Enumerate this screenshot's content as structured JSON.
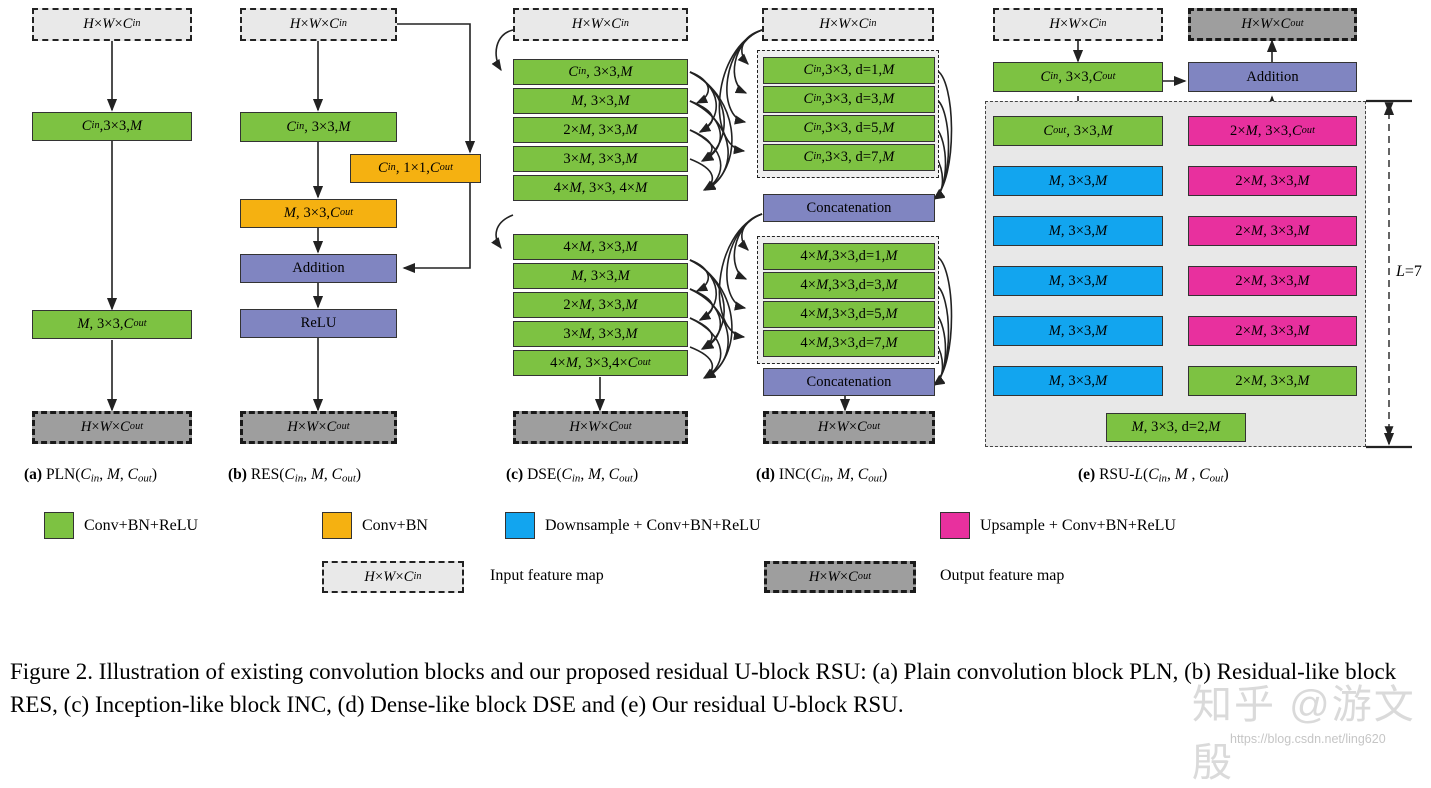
{
  "figure": {
    "caption": "Figure 2.  Illustration of existing convolution blocks and our proposed residual U-block RSU: (a) Plain convolution block PLN, (b) Residual-like block RES, (c) Inception-like block INC, (d) Dense-like block DSE and (e) Our residual U-block RSU.",
    "watermark_brand": "知乎 @游文殷",
    "watermark_url": "https://blog.csdn.net/ling620"
  },
  "colors": {
    "green": "#7DC242",
    "orange": "#F5B111",
    "purple": "#8085C1",
    "blue": "#12A5EF",
    "pink": "#E8309E",
    "input_gray": "#E9E9E9",
    "output_gray": "#9E9E9E",
    "zone_gray": "#E8E8E8"
  },
  "common": {
    "input_label": "H×W×C<sub>in</sub>",
    "output_label": "H × W × C<sub>out</sub>"
  },
  "panels": {
    "a": {
      "key": "a",
      "label_prefix": "(a)",
      "label": "PLN(C<sub>in</sub>, M, C<sub>out</sub>)",
      "input": "H×W×C<sub>in</sub>",
      "output": "H × W × C<sub>out</sub>",
      "blocks": [
        {
          "text": "C<sub>in</sub>,3×3,M",
          "color": "green"
        },
        {
          "text": "M, 3×3, C<sub>out</sub>",
          "color": "green"
        }
      ]
    },
    "b": {
      "key": "b",
      "label_prefix": "(b)",
      "label": "RES(C<sub>in</sub>, M, C<sub>out</sub>)",
      "input": "H×W×C<sub>in</sub>",
      "output": "H × W × C<sub>out</sub>",
      "blocks": [
        {
          "text": "C<sub>in</sub>, 3×3, M",
          "color": "green"
        },
        {
          "text": "C<sub>in</sub>, 1×1, C<sub>out</sub>",
          "color": "orange"
        },
        {
          "text": "M, 3×3, C<sub>out</sub>",
          "color": "orange"
        },
        {
          "text": "Addition",
          "color": "purple"
        },
        {
          "text": "ReLU",
          "color": "purple"
        }
      ]
    },
    "c": {
      "key": "c",
      "label_prefix": "(c)",
      "label": "DSE(C<sub>in</sub>, M, C<sub>out</sub>)",
      "input": "H×W×C<sub>in</sub>",
      "output": "H × W × C<sub>out</sub>",
      "blocks": [
        {
          "text": "C<sub>in</sub>, 3×3, M",
          "color": "green"
        },
        {
          "text": "M, 3×3, M",
          "color": "green"
        },
        {
          "text": "2×M, 3×3, M",
          "color": "green"
        },
        {
          "text": "3×M, 3×3, M",
          "color": "green"
        },
        {
          "text": "4×M, 3×3, 4×M",
          "color": "green"
        },
        {
          "text": "4×M, 3×3, M",
          "color": "green"
        },
        {
          "text": "M, 3×3, M",
          "color": "green"
        },
        {
          "text": "2×M, 3×3, M",
          "color": "green"
        },
        {
          "text": "3×M, 3×3, M",
          "color": "green"
        },
        {
          "text": "4×M, 3×3,4× C<sub>out</sub>",
          "color": "green"
        }
      ]
    },
    "d": {
      "key": "d",
      "label_prefix": "(d)",
      "label": "INC(C<sub>in</sub>, M, C<sub>out</sub>)",
      "input": "H×W×C<sub>in</sub>",
      "output": "H × W × C<sub>out</sub>",
      "group1": [
        {
          "text": "C<sub>in</sub>,3×3, d=1,M",
          "color": "green"
        },
        {
          "text": "C<sub>in</sub>,3×3, d=3,M",
          "color": "green"
        },
        {
          "text": "C<sub>in</sub>,3×3, d=5,M",
          "color": "green"
        },
        {
          "text": "C<sub>in</sub>,3×3, d=7,M",
          "color": "green"
        }
      ],
      "concat1": {
        "text": "Concatenation",
        "color": "purple"
      },
      "group2": [
        {
          "text": "4×M,3×3,d=1, M",
          "color": "green"
        },
        {
          "text": "4×M,3×3,d=3, M",
          "color": "green"
        },
        {
          "text": "4×M,3×3,d=5, M",
          "color": "green"
        },
        {
          "text": "4×M,3×3,d=7, M",
          "color": "green"
        }
      ],
      "concat2": {
        "text": "Concatenation",
        "color": "purple"
      }
    },
    "e": {
      "key": "e",
      "label_prefix": "(e)",
      "label": "RSU-L(C<sub>in</sub>, M , C<sub>out</sub>)",
      "input": "H×W×C<sub>in</sub>",
      "output": "H × W × C<sub>out</sub>",
      "depth_label": "L=7",
      "head": {
        "text": "C<sub>in</sub>, 3×3, C<sub>out</sub>",
        "color": "green"
      },
      "addition": {
        "text": "Addition",
        "color": "purple"
      },
      "encoder": [
        {
          "text": "C<sub>out</sub>, 3×3, M",
          "color": "green"
        },
        {
          "text": "M, 3×3, M",
          "color": "blue"
        },
        {
          "text": "M, 3×3, M",
          "color": "blue"
        },
        {
          "text": "M, 3×3, M",
          "color": "blue"
        },
        {
          "text": "M, 3×3, M",
          "color": "blue"
        },
        {
          "text": "M, 3×3, M",
          "color": "blue"
        }
      ],
      "decoder": [
        {
          "text": "2×M, 3×3, C<sub>out</sub>",
          "color": "pink"
        },
        {
          "text": "2×M, 3×3, M",
          "color": "pink"
        },
        {
          "text": "2×M, 3×3, M",
          "color": "pink"
        },
        {
          "text": "2×M, 3×3, M",
          "color": "pink"
        },
        {
          "text": "2×M, 3×3, M",
          "color": "pink"
        },
        {
          "text": "2×M, 3×3, M",
          "color": "green"
        }
      ],
      "bottleneck": {
        "text": "M, 3×3, d=2, M",
        "color": "green"
      }
    }
  },
  "legend": {
    "swatches": [
      {
        "color": "green",
        "label": "Conv+BN+ReLU"
      },
      {
        "color": "orange",
        "label": "Conv+BN"
      },
      {
        "color": "blue",
        "label": "Downsample + Conv+BN+ReLU"
      },
      {
        "color": "pink",
        "label": "Upsample + Conv+BN+ReLU"
      }
    ],
    "feature_maps": [
      {
        "box": "H×W×C<sub>in</sub>",
        "label": "Input feature map",
        "style": "input"
      },
      {
        "box": "H × W × C<sub>out</sub>",
        "label": "Output feature map",
        "style": "output"
      }
    ]
  }
}
